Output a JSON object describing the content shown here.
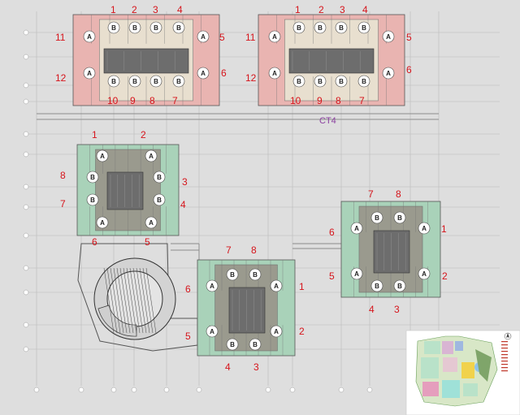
{
  "building_label": "CT4",
  "unit_types": {
    "a": "A",
    "b": "B"
  },
  "colors": {
    "background": "#dedede",
    "tower_top_left_outer": "#e9b4b1",
    "tower_top_left_inner": "#e8dfcf",
    "tower_top_right_outer": "#e9b4b1",
    "tower_top_right_inner": "#e8dfcf",
    "tower_green_outer": "#a9d2b9",
    "tower_green_inner": "#9a9a8e",
    "core": "#6d6d6d",
    "apartment_number": "#d6141b",
    "building_label": "#8b3fa0"
  },
  "towers": [
    {
      "name": "tower-top-left",
      "numbers": [
        "1",
        "2",
        "3",
        "4",
        "5",
        "6",
        "7",
        "8",
        "9",
        "10",
        "11",
        "12"
      ]
    },
    {
      "name": "tower-top-right",
      "numbers": [
        "1",
        "2",
        "3",
        "4",
        "5",
        "6",
        "7",
        "8",
        "9",
        "10",
        "11",
        "12"
      ]
    },
    {
      "name": "tower-mid-left",
      "numbers": [
        "1",
        "2",
        "3",
        "4",
        "5",
        "6",
        "7",
        "8"
      ]
    },
    {
      "name": "tower-mid-right",
      "numbers": [
        "1",
        "2",
        "3",
        "4",
        "5",
        "6",
        "7",
        "8"
      ]
    },
    {
      "name": "tower-bottom",
      "numbers": [
        "1",
        "2",
        "3",
        "4",
        "5",
        "6",
        "7",
        "8"
      ]
    }
  ]
}
